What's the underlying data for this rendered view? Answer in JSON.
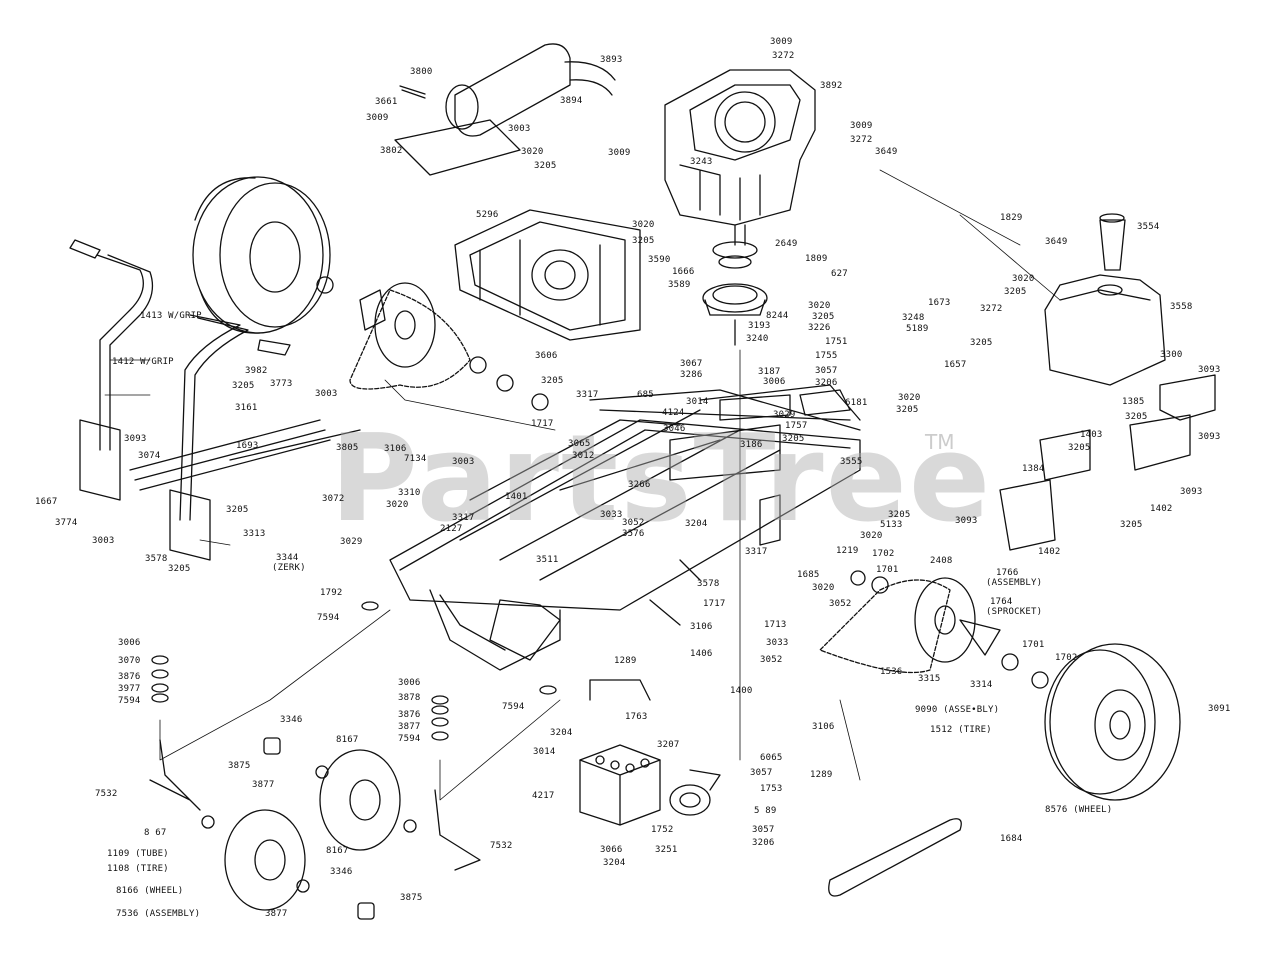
{
  "watermark": "PartsTree",
  "trademark": "TM",
  "colors": {
    "ink": "#111111",
    "watermark": "#b0b0b0",
    "background": "#ffffff"
  },
  "labels": {
    "l3009a": "3009",
    "l3272a": "3272",
    "l3893": "3893",
    "l3800": "3800",
    "l3894": "3894",
    "l3892": "3892",
    "l3661": "3661",
    "l3009b": "3009",
    "l3003a": "3003",
    "l3802": "3802",
    "l3020a": "3020",
    "l3205a": "3205",
    "l3009c": "3009",
    "l3009d": "3009",
    "l3272b": "3272",
    "l3649a": "3649",
    "l3243": "3243",
    "l5296": "5296",
    "l1829": "1829",
    "l3020b": "3020",
    "l3205b": "3205",
    "l3590": "3590",
    "l1666": "1666",
    "l3589": "3589",
    "l2649": "2649",
    "l1809": "1809",
    "l627": "627",
    "l3649b": "3649",
    "l3554": "3554",
    "l3020c": "3020",
    "l3205c": "3205",
    "l3558": "3558",
    "l3272c": "3272",
    "l3020d": "3020",
    "l3205d": "3205",
    "l8244": "8244",
    "l3226": "3226",
    "l1673": "1673",
    "l3248": "3248",
    "l5189": "5189",
    "l3193": "3193",
    "l3240": "3240",
    "l1751": "1751",
    "l1755": "1755",
    "l1657": "1657",
    "l3205e": "3205",
    "l3057a": "3057",
    "l3206a": "3206",
    "l3020e": "3020",
    "l3205f": "3205",
    "l3300": "3300",
    "l3093a": "3093",
    "l1385": "1385",
    "l3205g": "3205",
    "l3093b": "3093",
    "l1413": "1413 W/GRIP",
    "l1412": "1412 W/GRIP",
    "l3982": "3982",
    "l3205h": "3205",
    "l3773": "3773",
    "l3161": "3161",
    "l3003b": "3003",
    "l3606": "3606",
    "l3205i": "3205",
    "l685": "685",
    "l3317a": "3317",
    "l3067": "3067",
    "l3286": "3286",
    "l3014a": "3014",
    "l4124": "4124",
    "l3187": "3187",
    "l3006a": "3006",
    "l6181": "6181",
    "l3029a": "3029",
    "l1757": "1757",
    "l3186": "3186",
    "l3205j": "3205",
    "l3093c": "3093",
    "l3074": "3074",
    "l1693": "1693",
    "l3805": "3805",
    "l3106a": "3106",
    "l7134": "7134",
    "l1717a": "1717",
    "l3065": "3065",
    "l3012": "3012",
    "l3046": "3046",
    "l3555": "3555",
    "l1667": "1667",
    "l3003c": "3003",
    "l3774": "3774",
    "l3205k": "3205",
    "l3003d": "3003",
    "l3072": "3072",
    "l3310": "3310",
    "l3020f": "3020",
    "l1401": "1401",
    "l3266": "3266",
    "l3033a": "3033",
    "l3052a": "3052",
    "l3576": "3576",
    "l3204a": "3204",
    "l3205l": "3205",
    "l5133": "5133",
    "l3020g": "3020",
    "l1403": "1403",
    "l3205m": "3205",
    "l1384": "1384",
    "l3093d": "3093",
    "l1402a": "1402",
    "l3205n": "3205",
    "l3093e": "3093",
    "l1402b": "1402",
    "l3578a": "3578",
    "l3205o": "3205",
    "l3313": "3313",
    "l3317b": "3317",
    "l2127": "2127",
    "l3029b": "3029",
    "l3344": "3344",
    "l3344z": "(ZERK)",
    "l3511": "3511",
    "l3317c": "3317",
    "l1219": "1219",
    "l1702a": "1702",
    "l2408": "2408",
    "l1766a": "1766",
    "l1766b": "(ASSEMBLY)",
    "l1792": "1792",
    "l3578b": "3578",
    "l1685": "1685",
    "l3020h": "3020",
    "l1701a": "1701",
    "l1764a": "1764",
    "l1764b": "(SPROCKET)",
    "l7594a": "7594",
    "l1717b": "1717",
    "l3052b": "3052",
    "l1713": "1713",
    "l3033b": "3033",
    "l3052c": "3052",
    "l3006b": "3006",
    "l3070": "3070",
    "l3876a": "3876",
    "l3977": "3977",
    "l7594b": "7594",
    "l3106b": "3106",
    "l1289a": "1289",
    "l1406": "1406",
    "l1536": "1536",
    "l3315": "3315",
    "l3314": "3314",
    "l1701b": "1701",
    "l1702b": "1702",
    "l3006c": "3006",
    "l3878": "3878",
    "l3876b": "3876",
    "l3877a": "3877",
    "l7594c": "7594",
    "l7594d": "7594",
    "l1400": "1400",
    "l9090": "9090 (ASSE•BLY)",
    "l1512": "1512 (TIRE)",
    "l3091": "3091",
    "l3346a": "3346",
    "l8167a": "8167",
    "l3875a": "3875",
    "l3877b": "3877",
    "l1763": "1763",
    "l3204b": "3204",
    "l3014b": "3014",
    "l3207": "3207",
    "l6065": "6065",
    "l3106c": "3106",
    "l3057b": "3057",
    "l1289b": "1289",
    "l7532a": "7532",
    "l4217": "4217",
    "l1753": "1753",
    "l5189b": "5 89",
    "l3057c": "3057",
    "l3206b": "3206",
    "l1752": "1752",
    "l3251": "3251",
    "l3066": "3066",
    "l3204c": "3204",
    "l8576": "8576 (WHEEL)",
    "l8167b": "8 67",
    "l1109": "1109 (TUBE)",
    "l1108": "1108 (TIRE)",
    "l8167c": "8167",
    "l8166": "8166 (WHEEL)",
    "l7532b": "7532",
    "l3346b": "3346",
    "l7536": "7536 (ASSEMBLY)",
    "l3877c": "3877",
    "l3875b": "3875",
    "l1684": "1684"
  }
}
